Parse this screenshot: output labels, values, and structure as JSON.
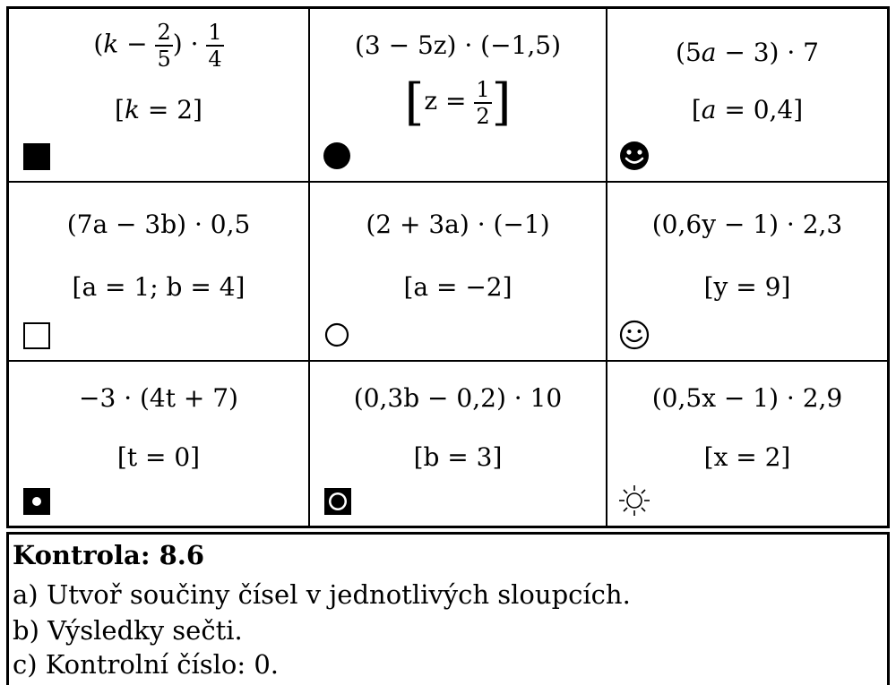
{
  "cells": [
    {
      "symbol": "black-square-icon",
      "expr_var": "k",
      "frac1_num": "2",
      "frac1_den": "5",
      "frac2_num": "1",
      "frac2_den": "4",
      "cond_var": "k",
      "cond_val": "2"
    },
    {
      "symbol": "black-circle-icon",
      "expr": "(3 − 5z) · (−1,5)",
      "cond_lhs": "z =",
      "cond_num": "1",
      "cond_den": "2"
    },
    {
      "symbol": "black-smiley-icon",
      "expr_pre": "(5",
      "expr_var": "a",
      "expr_post": " − 3) · 7",
      "cond_var": "a",
      "cond_rest": " = 0,4]"
    },
    {
      "symbol": "white-square-icon",
      "expr": "(7a − 3b) · 0,5",
      "cond": "[a = 1; b = 4]"
    },
    {
      "symbol": "white-circle-icon",
      "expr": "(2 + 3a) · (−1)",
      "cond": "[a = −2]"
    },
    {
      "symbol": "white-smiley-icon",
      "expr": "(0,6y − 1) · 2,3",
      "cond": "[y = 9]"
    },
    {
      "symbol": "square-with-dot-icon",
      "expr": "−3 · (4t + 7)",
      "cond": "[t = 0]"
    },
    {
      "symbol": "square-with-ring-icon",
      "expr": "(0,3b − 0,2) · 10",
      "cond": "[b = 3]"
    },
    {
      "symbol": "sun-icon",
      "expr": "(0,5x − 1) · 2,9",
      "cond": "[x = 2]"
    }
  ],
  "footer": {
    "title": "Kontrola:  8.6",
    "line_a": "a) Utvoř součiny čísel v jednotlivých sloupcích.",
    "line_b": "b) Výsledky sečti.",
    "line_c": "c) Kontrolní číslo: 0."
  }
}
